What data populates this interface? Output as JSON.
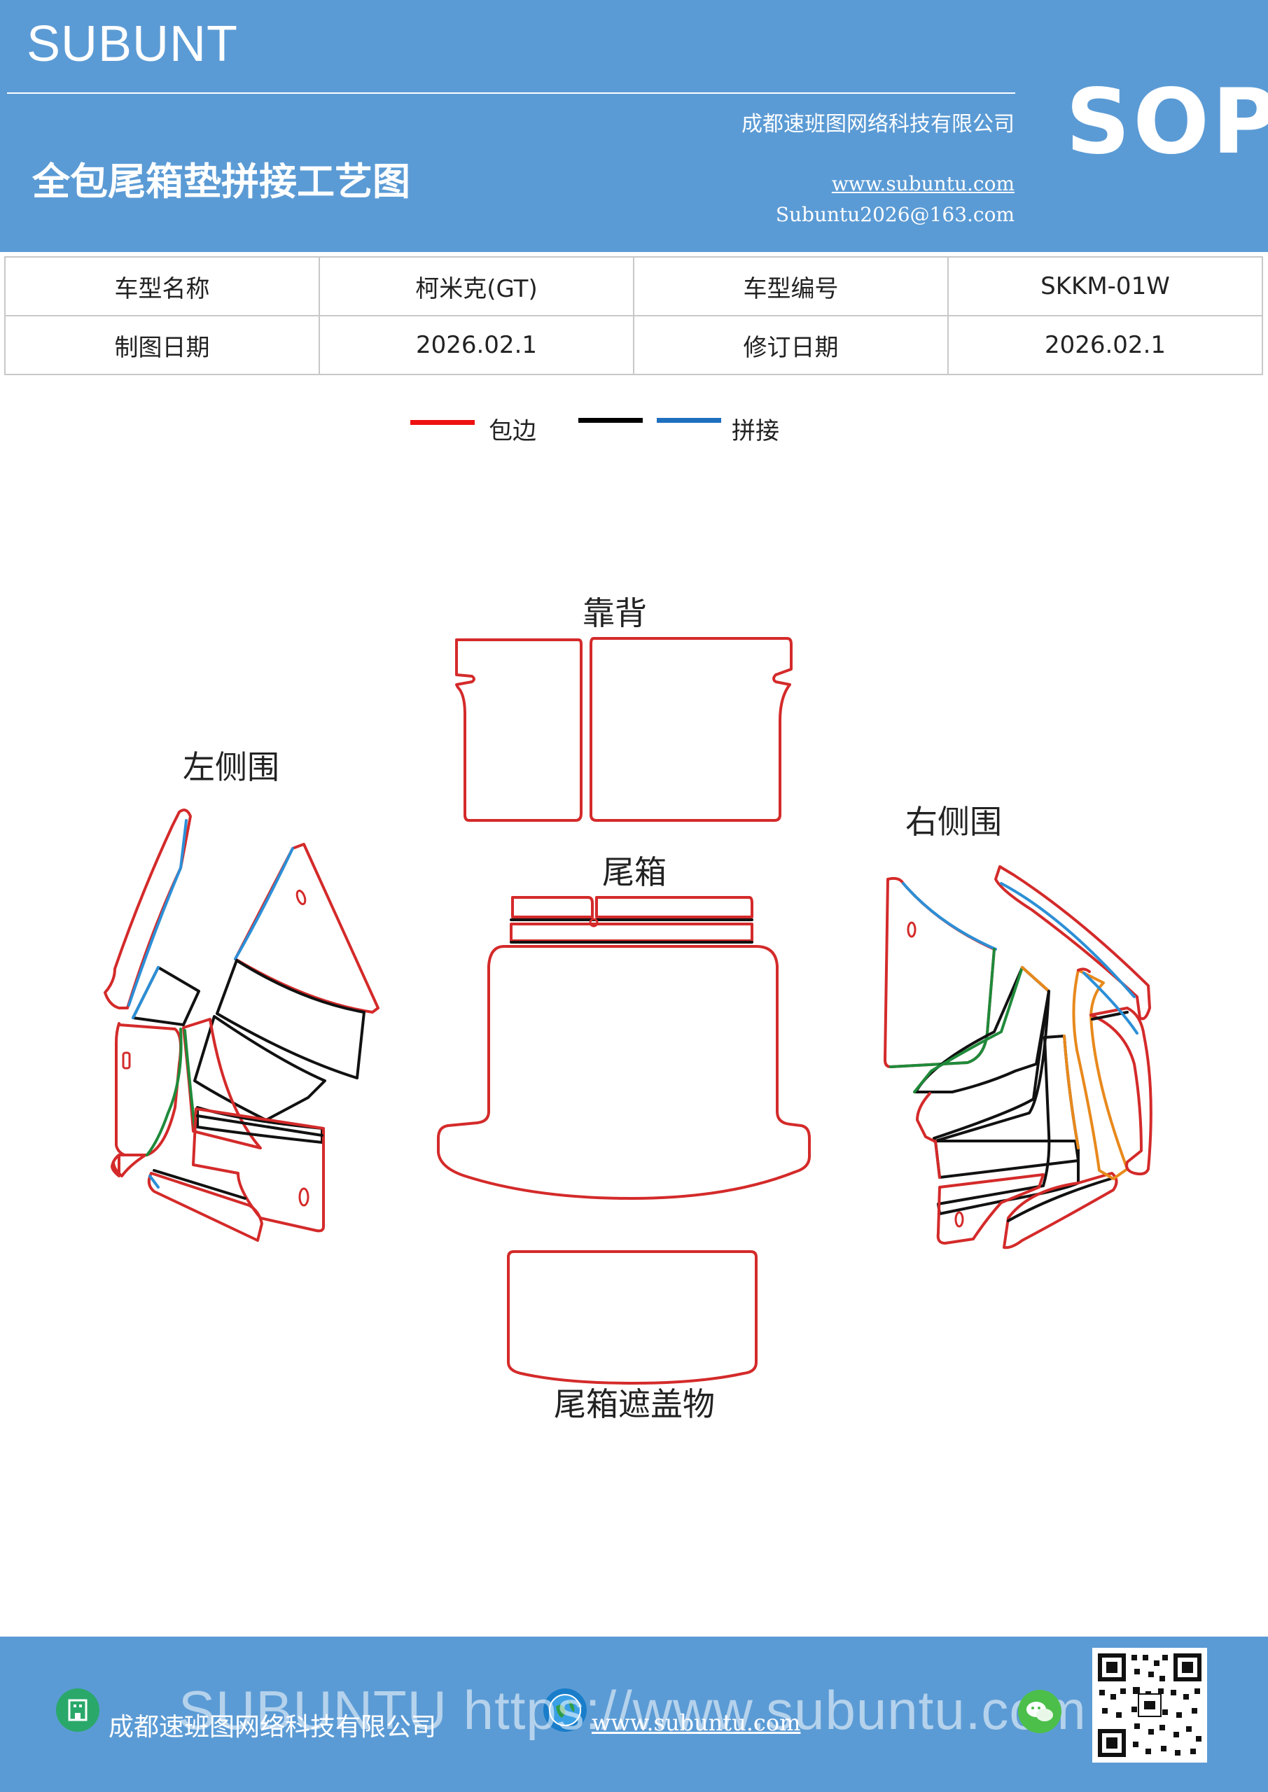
{
  "header": {
    "brand": "SUBUNT",
    "company": "成都速班图网络科技有限公司",
    "title": "全包尾箱垫拼接工艺图",
    "website": "www.subuntu.com",
    "email": "Subuntu2026@163.com",
    "badge": "SOP",
    "bg_color": "#5b9bd5"
  },
  "info_table": {
    "row1": {
      "label1": "车型名称",
      "value1": "柯米克(GT)",
      "label2": "车型编号",
      "value2": "SKKM-01W"
    },
    "row2": {
      "label1": "制图日期",
      "value1": "2026.02.1",
      "label2": "修订日期",
      "value2": "2026.02.1"
    }
  },
  "legend": {
    "items": [
      {
        "label": "包边",
        "color": "#ee1111"
      },
      {
        "label": "",
        "color": "#000000"
      },
      {
        "label": "拼接",
        "color": "#1f6fbf"
      }
    ]
  },
  "diagram": {
    "labels": {
      "backrest": "靠背",
      "left_side": "左侧围",
      "trunk": "尾箱",
      "right_side": "右侧围",
      "trunk_cover": "尾箱遮盖物"
    },
    "colors": {
      "edge": "#d42a2a",
      "black": "#111111",
      "blue": "#2c8fd6",
      "green": "#1f8a3a",
      "orange": "#e8891c"
    }
  },
  "footer": {
    "company": "成都速班图网络科技有限公司",
    "website": "www.subuntu.com",
    "watermark": "SUBUNTU https://www.subuntu.com",
    "icons": [
      "building-icon",
      "globe-icon",
      "wechat-icon",
      "qr-code"
    ]
  }
}
